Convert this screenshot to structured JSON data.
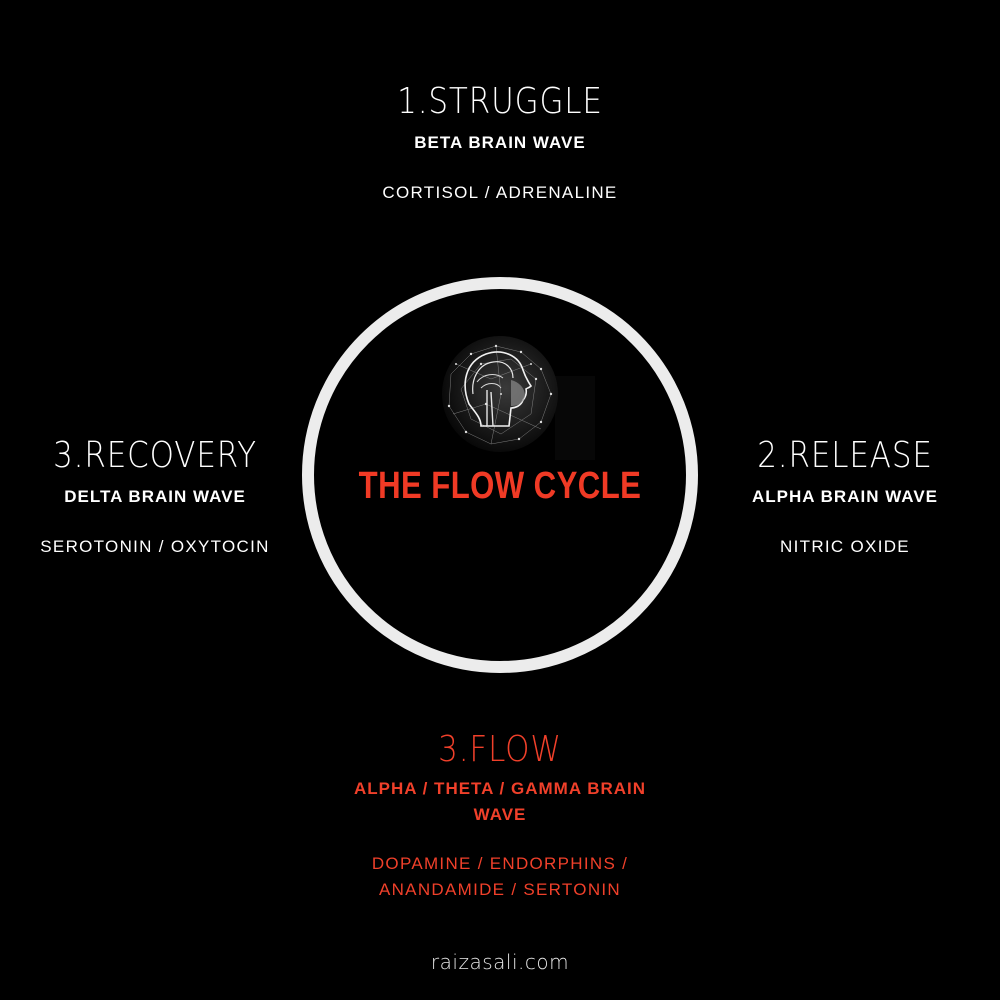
{
  "diagram": {
    "title": "THE FLOW CYCLE",
    "center_image": "brain-head-network-icon",
    "colors": {
      "background": "#000000",
      "text": "#ffffff",
      "accent": "#f03a25",
      "ring": "#ececec"
    },
    "stages": {
      "struggle": {
        "title": "1.STRUGGLE",
        "wave": "BETA BRAIN WAVE",
        "chemicals": "CORTISOL / ADRENALINE"
      },
      "release": {
        "title": "2.RELEASE",
        "wave": "ALPHA BRAIN WAVE",
        "chemicals": "NITRIC OXIDE"
      },
      "flow": {
        "title": "3.FLOW",
        "wave_line1": "ALPHA / THETA / GAMMA BRAIN",
        "wave_line2": "WAVE",
        "chemicals_line1": "DOPAMINE / ENDORPHINS /",
        "chemicals_line2": "ANANDAMIDE / SERTONIN"
      },
      "recovery": {
        "title": "3.RECOVERY",
        "wave": "DELTA BRAIN WAVE",
        "chemicals": "SEROTONIN / OXYTOCIN"
      }
    },
    "footer": "raizasali.com"
  }
}
